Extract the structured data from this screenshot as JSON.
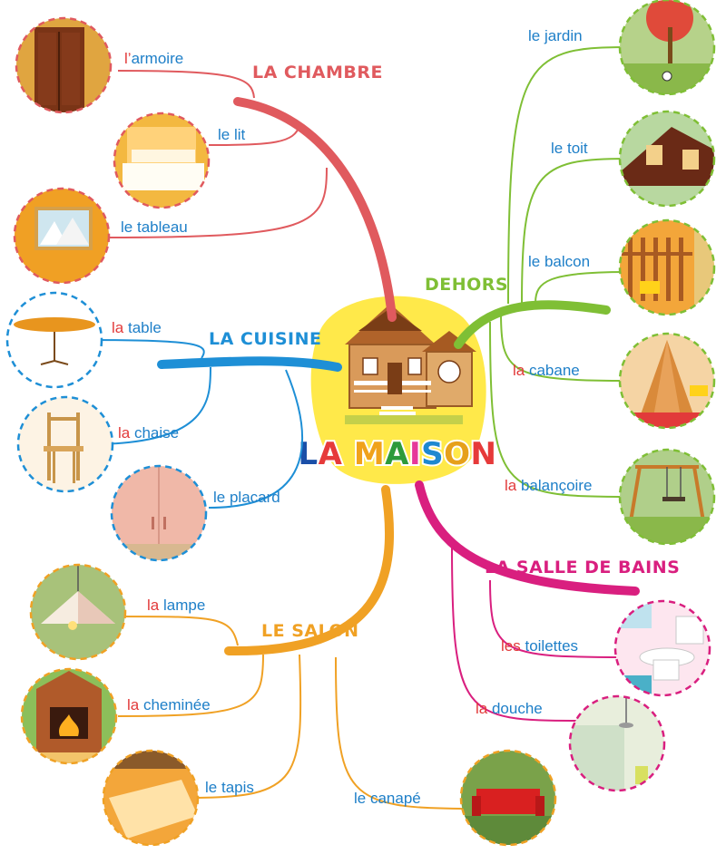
{
  "title": {
    "letters": [
      "L",
      "A",
      " ",
      "M",
      "A",
      "I",
      "S",
      "O",
      "N"
    ],
    "letter_colors": [
      "#1a4fa8",
      "#e63a3a",
      "",
      "#f0a21b",
      "#2d9a3b",
      "#e6389a",
      "#1e88d0",
      "#e6a01b",
      "#e63a3a"
    ]
  },
  "colors": {
    "chambre": "#e05a5e",
    "cuisine": "#1e8fd6",
    "salon": "#f0a124",
    "dehors": "#7fbf35",
    "salle": "#d91f7f",
    "article": "#e23a3a",
    "noun": "#1e7fc8",
    "center_blob": "#ffe94a"
  },
  "categories": {
    "chambre": "LA CHAMBRE",
    "cuisine": "LA CUISINE",
    "salon": "LE SALON",
    "dehors": "DEHORS",
    "salle": "LA SALLE DE BAINS"
  },
  "items": {
    "armoire": {
      "article": "l’",
      "noun": "armoire",
      "icon": "wardrobe-icon"
    },
    "lit": {
      "article": "le",
      "noun": "lit",
      "icon": "bed-icon"
    },
    "tableau": {
      "article": "le",
      "noun": "tableau",
      "icon": "painting-icon"
    },
    "table": {
      "article": "la",
      "noun": "table",
      "icon": "table-icon"
    },
    "chaise": {
      "article": "la",
      "noun": "chaise",
      "icon": "chair-icon"
    },
    "placard": {
      "article": "le",
      "noun": "placard",
      "icon": "cupboard-icon"
    },
    "lampe": {
      "article": "la",
      "noun": "lampe",
      "icon": "lamp-icon"
    },
    "cheminee": {
      "article": "la",
      "noun": "cheminée",
      "icon": "fireplace-icon"
    },
    "tapis": {
      "article": "le",
      "noun": "tapis",
      "icon": "rug-icon"
    },
    "canape": {
      "article": "le",
      "noun": "canapé",
      "icon": "sofa-icon"
    },
    "jardin": {
      "article": "le",
      "noun": "jardin",
      "icon": "garden-icon"
    },
    "toit": {
      "article": "le",
      "noun": "toit",
      "icon": "roof-icon"
    },
    "balcon": {
      "article": "le",
      "noun": "balcon",
      "icon": "balcony-icon"
    },
    "cabane": {
      "article": "la",
      "noun": "cabane",
      "icon": "hut-icon"
    },
    "balancoire": {
      "article": "la",
      "noun": "balançoire",
      "icon": "swing-icon"
    },
    "toilettes": {
      "article": "les",
      "noun": "toilettes",
      "icon": "toilet-icon"
    },
    "douche": {
      "article": "la",
      "noun": "douche",
      "icon": "shower-icon"
    }
  }
}
